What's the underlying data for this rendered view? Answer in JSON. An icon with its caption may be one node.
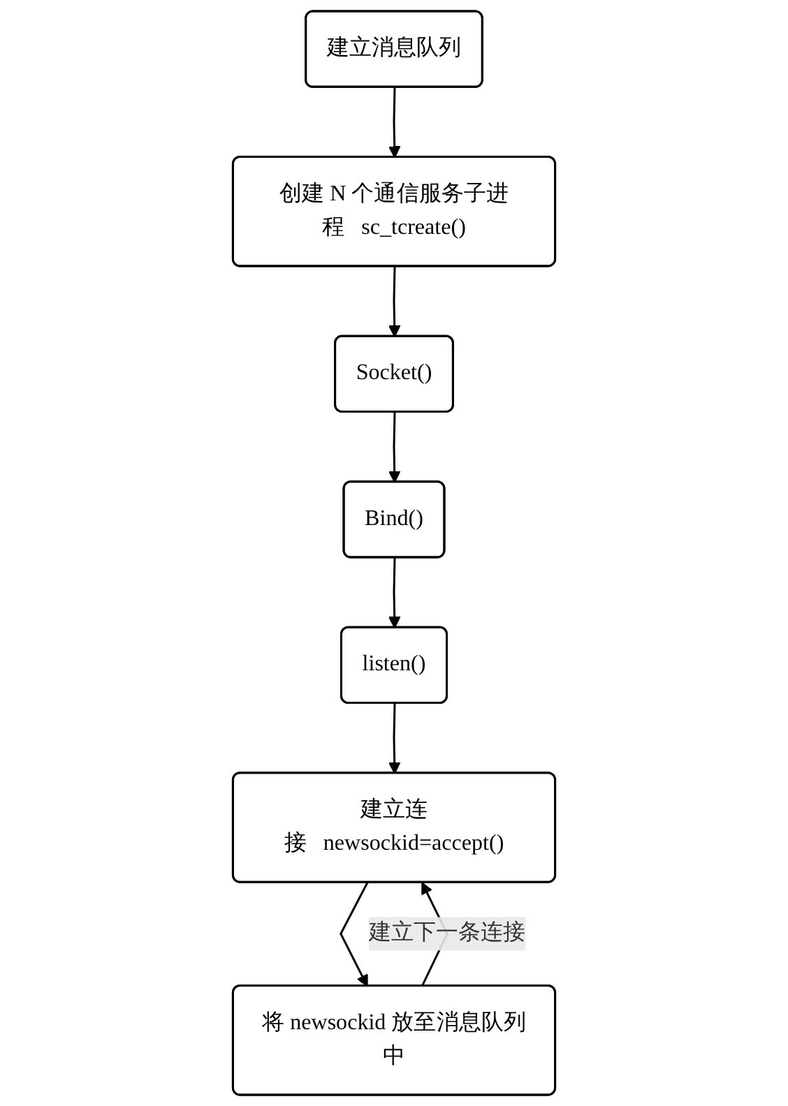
{
  "diagram": {
    "nodes": [
      {
        "text": [
          "建立消息队列"
        ]
      },
      {
        "text": [
          "创建 N 个通信服务子进程",
          "sc_tcreate()"
        ]
      },
      {
        "text": [
          "Socket()"
        ]
      },
      {
        "text": [
          "Bind()"
        ]
      },
      {
        "text": [
          "listen()"
        ]
      },
      {
        "text": [
          "建立连接",
          "newsockid=accept()"
        ]
      },
      {
        "text": [
          "将 newsockid 放至消息队列中"
        ]
      }
    ],
    "edges": [
      {
        "from": 0,
        "to": 1,
        "arrow": "to"
      },
      {
        "from": 1,
        "to": 2,
        "arrow": "to"
      },
      {
        "from": 2,
        "to": 3,
        "arrow": "to"
      },
      {
        "from": 3,
        "to": 4,
        "arrow": "to"
      },
      {
        "from": 4,
        "to": 5,
        "arrow": "to"
      },
      {
        "from": 5,
        "to": 6,
        "arrow": "to"
      },
      {
        "from": 6,
        "to": 5,
        "arrow": "to",
        "label": "建立下一条连接"
      }
    ]
  }
}
